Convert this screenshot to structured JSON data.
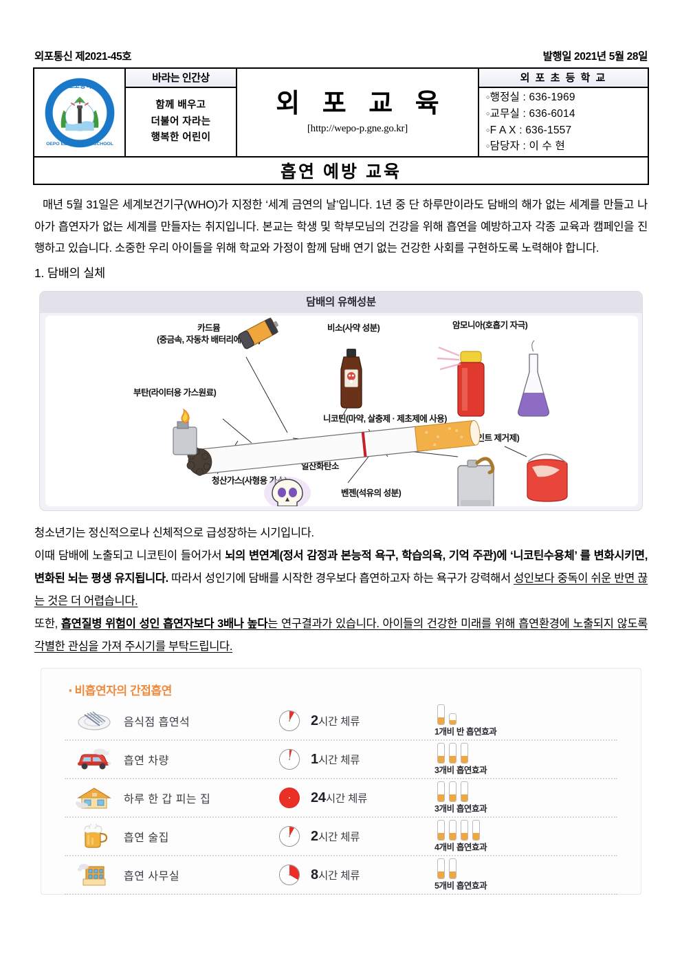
{
  "meta": {
    "issue": "외포통신 제2021-45호",
    "publish_date": "발행일 2021년 5월 28일"
  },
  "masthead": {
    "emblem": {
      "top_text": "외포초등학교",
      "bottom_text": "OEPO ELEMENTARY SCHOOL"
    },
    "motto": {
      "header": "바라는 인간상",
      "lines": [
        "함께 배우고",
        "더불어 자라는",
        "행복한 어린이"
      ]
    },
    "title": "외 포 교 육",
    "url": "[http://wepo-p.gne.go.kr]",
    "contact": {
      "header": "외 포 초 등 학 교",
      "rows": [
        "행정실 : 636-1969",
        "교무실 : 636-6014",
        "F A X : 636-1557",
        "담당자 : 이 수 현"
      ]
    }
  },
  "doc_title": "흡연 예방 교육",
  "intro": "매년 5월 31일은 세계보건기구(WHO)가 지정한 ‘세계 금연의 날’입니다. 1년 중 단 하루만이라도 담배의 해가 없는 세계를 만들고 나아가 흡연자가 없는 세계를 만들자는 취지입니다. 본교는 학생 및 학부모님의 건강을 위해 흡연을 예방하고자 각종 교육과 캠페인을 진행하고 있습니다. 소중한 우리 아이들을 위해 학교와 가정이 함께 담배 연기 없는 건강한 사회를 구현하도록 노력해야 합니다.",
  "section1_heading": "1. 담배의 실체",
  "figure1": {
    "title": "담배의 유해성분",
    "labels": {
      "cadmium": "카드뮴",
      "cadmium_sub": "(중금속, 자동차 배터리에 사용)",
      "arsenic": "비소(사약 성분)",
      "ammonia": "암모니아(호흡기 자극)",
      "butane": "부탄(라이터용 가스원료)",
      "nicotine": "니코틴(마약, 살충제 · 제초제에 사용)",
      "acetone": "아세톤(페인트 제거제)",
      "carbon_monoxide": "일산화탄소",
      "cyanide": "청산가스(사형용 가스)",
      "benzene": "벤젠(석유의 성분)"
    }
  },
  "body": {
    "p1": "청소년기는 정신적으로나 신체적으로 급성장하는 시기입니다.",
    "p2_a": "이때 담배에 노출되고 니코틴이 들어가서 ",
    "p2_b": "뇌의 변연계(정서 감정과 본능적 욕구, 학습의욕, 기억 주관)에 ‘니코틴수용체’ 를 변화시키면, 변화된 뇌는 평생 유지됩니다.",
    "p2_c": " 따라서 성인기에 담배를 시작한 경우보다 흡연하고자 하는 욕구가 강력해서 ",
    "p2_d": "성인보다 중독이 쉬운 반면 끊는 것은 더 어렵습니다.",
    "p3_a": "또한, ",
    "p3_b": "흡연질병 위험이 성인 흡연자보다 3배나 높다",
    "p3_c": "는 연구결과가 있습니다. 아이들의 건강한 미래를 위해 흡연환경에 노출되지 않도록 각별한 관심을 가져 주시기를 부탁드립니다."
  },
  "figure2": {
    "title": "비흡연자의 간접흡연",
    "rows": [
      {
        "place": "음식점 흡연석",
        "duration_num": "2",
        "duration_unit": "시간 체류",
        "effect": "1개비 반 흡연효과",
        "cigs": 1.5,
        "hours": 2,
        "icon": "plate-fork-icon"
      },
      {
        "place": "흡연 차량",
        "duration_num": "1",
        "duration_unit": "시간 체류",
        "effect": "3개비 흡연효과",
        "cigs": 3,
        "hours": 1,
        "icon": "car-icon"
      },
      {
        "place": "하루 한 갑 피는 집",
        "duration_num": "24",
        "duration_unit": "시간 체류",
        "effect": "3개비 흡연효과",
        "cigs": 3,
        "hours": 24,
        "icon": "house-icon"
      },
      {
        "place": "흡연 술집",
        "duration_num": "2",
        "duration_unit": "시간 체류",
        "effect": "4개비 흡연효과",
        "cigs": 4,
        "hours": 2,
        "icon": "beer-mug-icon"
      },
      {
        "place": "흡연 사무실",
        "duration_num": "8",
        "duration_unit": "시간 체류",
        "effect": "5개비 흡연효과",
        "cigs": 2,
        "hours": 8,
        "icon": "office-building-icon"
      }
    ]
  },
  "colors": {
    "accent_orange": "#f08a3c",
    "clock_red": "#ea2f26",
    "figure_header": "#e3e1ea",
    "emblem_blue": "#1a78c8",
    "emblem_green": "#49a544"
  }
}
